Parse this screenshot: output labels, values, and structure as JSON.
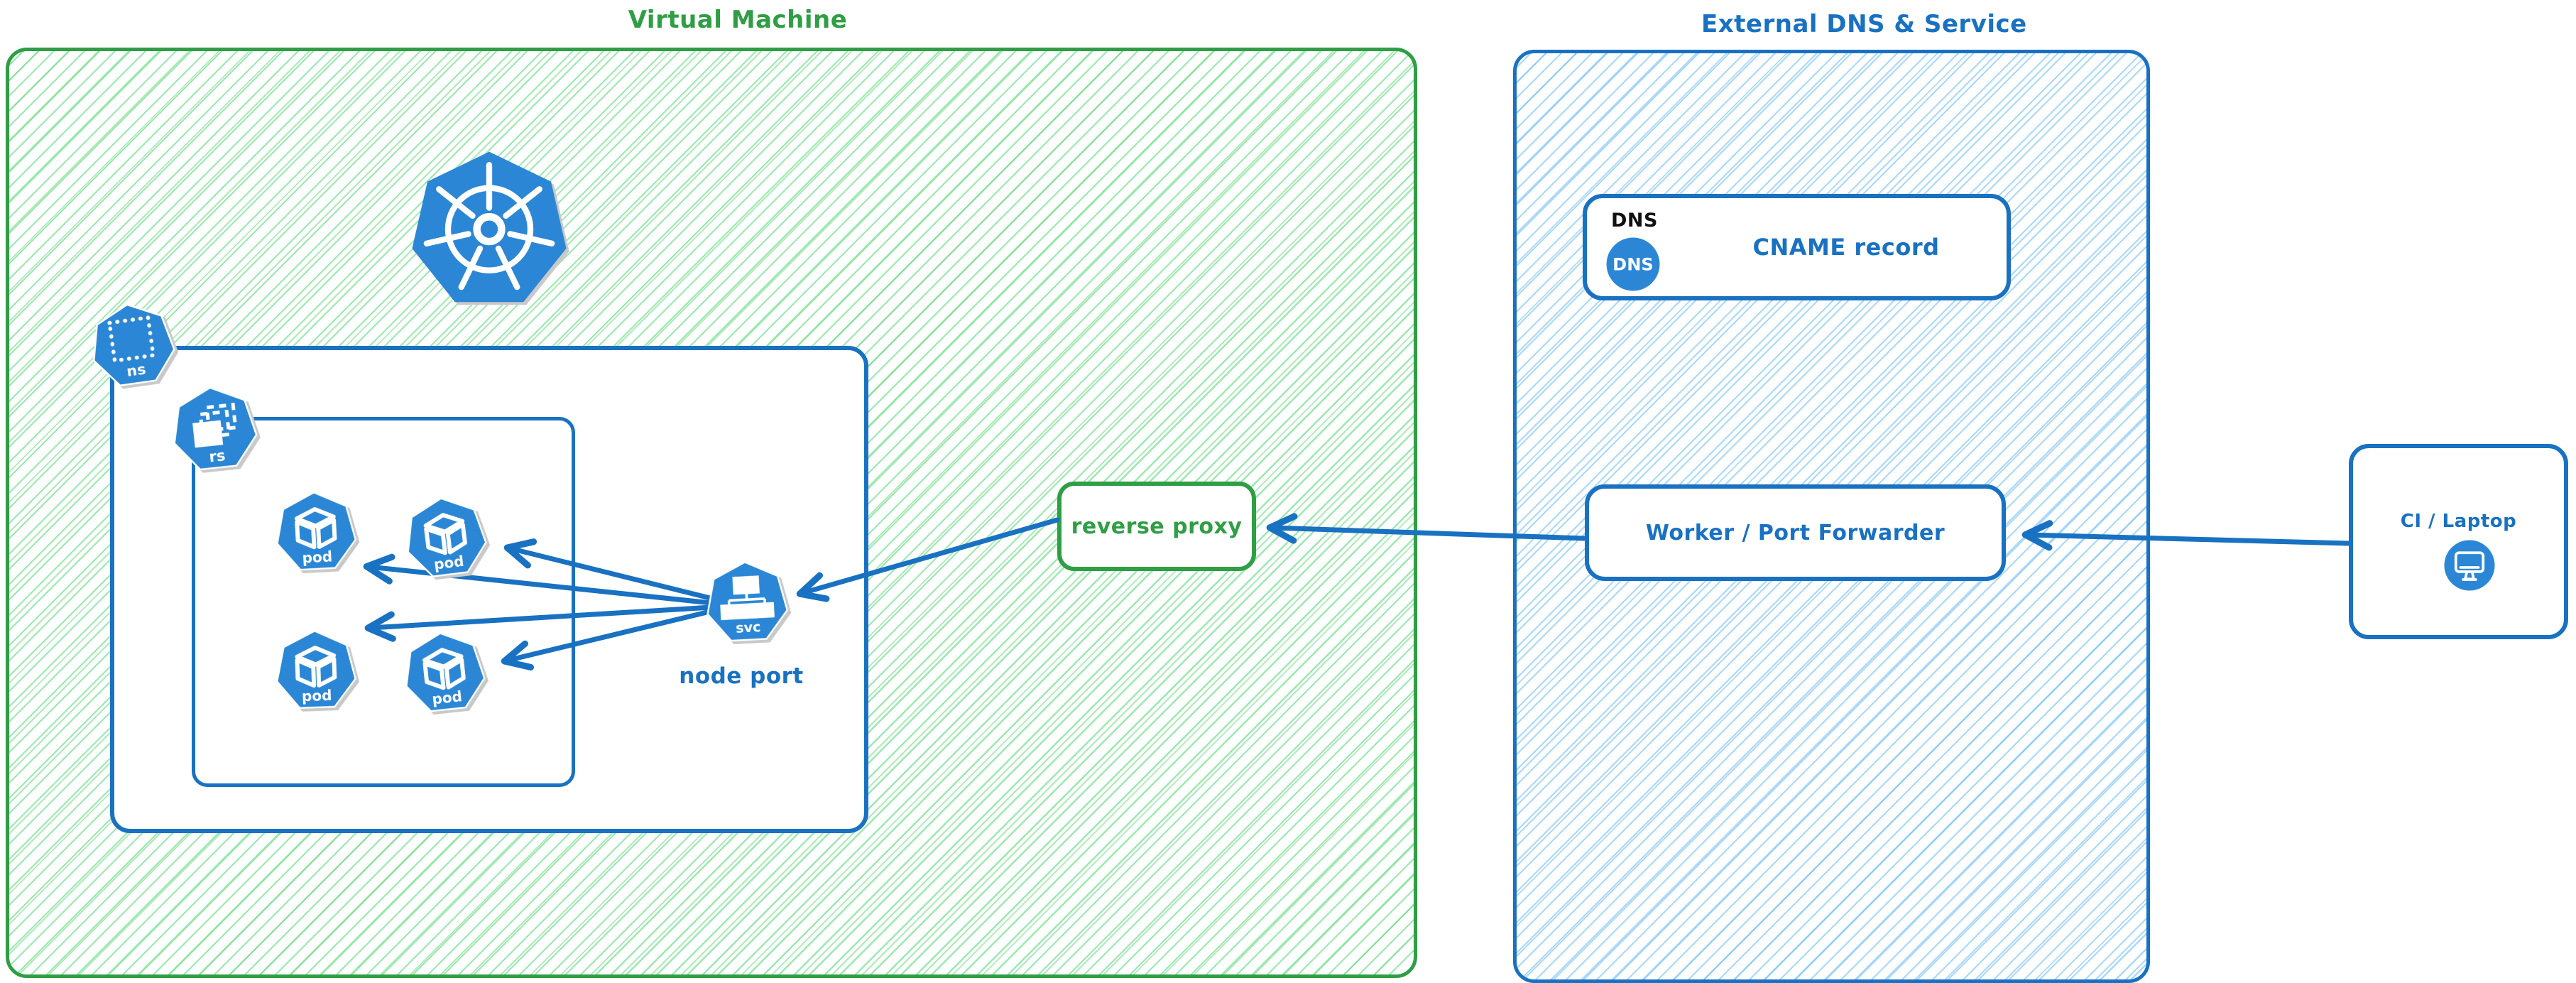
{
  "vm": {
    "title": "Virtual Machine"
  },
  "ext": {
    "title": "External DNS & Service"
  },
  "cluster": {
    "ns_label": "ns",
    "rs_label": "rs",
    "pod_label": "pod",
    "svc_label": "svc",
    "node_port_caption": "node port"
  },
  "reverse_proxy": {
    "label": "reverse proxy"
  },
  "dns": {
    "tag": "DNS",
    "icon_label": "DNS",
    "record": "CNAME record"
  },
  "worker": {
    "label": "Worker / Port Forwarder"
  },
  "ci": {
    "label": "CI / Laptop"
  },
  "colors": {
    "green_stroke": "#2f9e44",
    "green_hatch": "#9beab1",
    "blue_stroke": "#1971c2",
    "blue_hatch": "#aad9fb",
    "icon_blue": "#2b87d6",
    "black_text": "#111111"
  },
  "icons": [
    "kubernetes-logo",
    "namespace-icon",
    "replicaset-icon",
    "pod-icon",
    "pod-icon",
    "pod-icon",
    "pod-icon",
    "service-icon",
    "dns-badge-icon",
    "monitor-icon"
  ],
  "connections": [
    {
      "from": "CI / Laptop",
      "to": "Worker / Port Forwarder"
    },
    {
      "from": "Worker / Port Forwarder",
      "to": "reverse proxy"
    },
    {
      "from": "reverse proxy",
      "to": "node port (svc)"
    },
    {
      "from": "node port (svc)",
      "to": "pod 1"
    },
    {
      "from": "node port (svc)",
      "to": "pod 2"
    },
    {
      "from": "node port (svc)",
      "to": "pod 3"
    },
    {
      "from": "node port (svc)",
      "to": "pod 4"
    }
  ]
}
